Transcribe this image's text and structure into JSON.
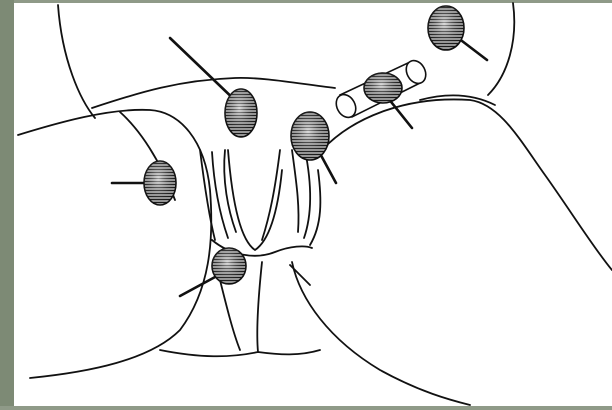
{
  "figure": {
    "type": "line-drawing illustration",
    "colors": {
      "frame": "#7d8a75",
      "frame_light": "#8f9a88",
      "ink": "#111111",
      "background": "#ffffff",
      "marker_fill": "#777777"
    },
    "markers": [
      {
        "id": "marker-1",
        "icon": "hatched-ellipse-marker"
      },
      {
        "id": "marker-2",
        "icon": "hatched-ellipse-marker"
      },
      {
        "id": "marker-3",
        "icon": "hatched-ellipse-marker"
      },
      {
        "id": "marker-4",
        "icon": "hatched-ellipse-marker"
      },
      {
        "id": "marker-5",
        "icon": "hatched-ellipse-marker"
      },
      {
        "id": "marker-6",
        "icon": "hatched-ellipse-marker"
      },
      {
        "id": "marker-7",
        "icon": "hatched-ellipse-marker-with-cylinder"
      }
    ]
  }
}
